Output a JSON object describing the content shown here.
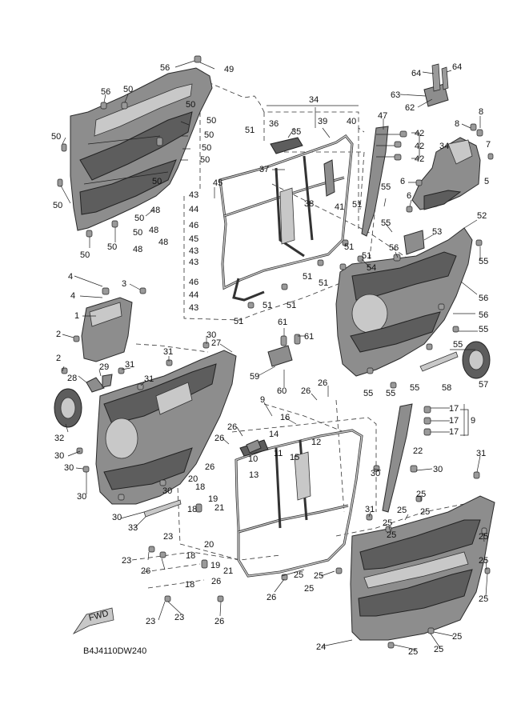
{
  "diagram_code": "B4J4110DW240",
  "fwd_label": "FWD",
  "callouts": [
    {
      "id": "c56a",
      "text": "56"
    },
    {
      "id": "c49",
      "text": "49"
    },
    {
      "id": "c56b",
      "text": "56"
    },
    {
      "id": "c50a",
      "text": "50"
    },
    {
      "id": "c50b",
      "text": "50"
    },
    {
      "id": "c50c",
      "text": "50"
    },
    {
      "id": "c50d",
      "text": "50"
    },
    {
      "id": "c50e",
      "text": "50"
    },
    {
      "id": "c50f",
      "text": "50"
    },
    {
      "id": "c50g",
      "text": "50"
    },
    {
      "id": "c50h",
      "text": "50"
    },
    {
      "id": "c50i",
      "text": "50"
    },
    {
      "id": "c50j",
      "text": "50"
    },
    {
      "id": "c50k",
      "text": "50"
    },
    {
      "id": "c50l",
      "text": "50"
    },
    {
      "id": "c50m",
      "text": "50"
    },
    {
      "id": "c34a",
      "text": "34"
    },
    {
      "id": "c36",
      "text": "36"
    },
    {
      "id": "c35",
      "text": "35"
    },
    {
      "id": "c39",
      "text": "39"
    },
    {
      "id": "c40",
      "text": "40"
    },
    {
      "id": "c47",
      "text": "47"
    },
    {
      "id": "c51a",
      "text": "51"
    },
    {
      "id": "c37",
      "text": "37"
    },
    {
      "id": "c45",
      "text": "45"
    },
    {
      "id": "c43a",
      "text": "43"
    },
    {
      "id": "c44a",
      "text": "44"
    },
    {
      "id": "c46a",
      "text": "46"
    },
    {
      "id": "c45b",
      "text": "45"
    },
    {
      "id": "c43b",
      "text": "43"
    },
    {
      "id": "c48a",
      "text": "48"
    },
    {
      "id": "c48b",
      "text": "48"
    },
    {
      "id": "c48c",
      "text": "48"
    },
    {
      "id": "c48d",
      "text": "48"
    },
    {
      "id": "c43c",
      "text": "43"
    },
    {
      "id": "c46b",
      "text": "46"
    },
    {
      "id": "c44b",
      "text": "44"
    },
    {
      "id": "c43d",
      "text": "43"
    },
    {
      "id": "c38",
      "text": "38"
    },
    {
      "id": "c41",
      "text": "41"
    },
    {
      "id": "c51b",
      "text": "51"
    },
    {
      "id": "c51c",
      "text": "51"
    },
    {
      "id": "c51d",
      "text": "51"
    },
    {
      "id": "c51e",
      "text": "51"
    },
    {
      "id": "c51f",
      "text": "51"
    },
    {
      "id": "c51g",
      "text": "51"
    },
    {
      "id": "c51h",
      "text": "51"
    },
    {
      "id": "c51i",
      "text": "51"
    },
    {
      "id": "c54",
      "text": "54"
    },
    {
      "id": "c55a",
      "text": "55"
    },
    {
      "id": "c55b",
      "text": "55"
    },
    {
      "id": "c64a",
      "text": "64"
    },
    {
      "id": "c64b",
      "text": "64"
    },
    {
      "id": "c63",
      "text": "63"
    },
    {
      "id": "c62",
      "text": "62"
    },
    {
      "id": "c42a",
      "text": "42"
    },
    {
      "id": "c42b",
      "text": "42"
    },
    {
      "id": "c34b",
      "text": "34"
    },
    {
      "id": "c42c",
      "text": "42"
    },
    {
      "id": "c8a",
      "text": "8"
    },
    {
      "id": "c8b",
      "text": "8"
    },
    {
      "id": "c7",
      "text": "7"
    },
    {
      "id": "c6a",
      "text": "6"
    },
    {
      "id": "c6b",
      "text": "6"
    },
    {
      "id": "c5",
      "text": "5"
    },
    {
      "id": "c52",
      "text": "52"
    },
    {
      "id": "c53",
      "text": "53"
    },
    {
      "id": "c56c",
      "text": "56"
    },
    {
      "id": "c55c",
      "text": "55"
    },
    {
      "id": "c56d",
      "text": "56"
    },
    {
      "id": "c56e",
      "text": "56"
    },
    {
      "id": "c55d",
      "text": "55"
    },
    {
      "id": "c55e",
      "text": "55"
    },
    {
      "id": "c57",
      "text": "57"
    },
    {
      "id": "c58",
      "text": "58"
    },
    {
      "id": "c55f",
      "text": "55"
    },
    {
      "id": "c55g",
      "text": "55"
    },
    {
      "id": "c55h",
      "text": "55"
    },
    {
      "id": "c4a",
      "text": "4"
    },
    {
      "id": "c3",
      "text": "3"
    },
    {
      "id": "c4b",
      "text": "4"
    },
    {
      "id": "c1",
      "text": "1"
    },
    {
      "id": "c2a",
      "text": "2"
    },
    {
      "id": "c2b",
      "text": "2"
    },
    {
      "id": "c61a",
      "text": "61"
    },
    {
      "id": "c61b",
      "text": "61"
    },
    {
      "id": "c59",
      "text": "59"
    },
    {
      "id": "c60",
      "text": "60"
    },
    {
      "id": "c30a",
      "text": "30"
    },
    {
      "id": "c27",
      "text": "27"
    },
    {
      "id": "c31a",
      "text": "31"
    },
    {
      "id": "c31b",
      "text": "31"
    },
    {
      "id": "c31c",
      "text": "31"
    },
    {
      "id": "c29",
      "text": "29"
    },
    {
      "id": "c28",
      "text": "28"
    },
    {
      "id": "c32",
      "text": "32"
    },
    {
      "id": "c30b",
      "text": "30"
    },
    {
      "id": "c30c",
      "text": "30"
    },
    {
      "id": "c30d",
      "text": "30"
    },
    {
      "id": "c30e",
      "text": "30"
    },
    {
      "id": "c30f",
      "text": "30"
    },
    {
      "id": "c9",
      "text": "9"
    },
    {
      "id": "c16",
      "text": "16"
    },
    {
      "id": "c26a",
      "text": "26"
    },
    {
      "id": "c26b",
      "text": "26"
    },
    {
      "id": "c26c",
      "text": "26"
    },
    {
      "id": "c14",
      "text": "14"
    },
    {
      "id": "c12",
      "text": "12"
    },
    {
      "id": "c10",
      "text": "10"
    },
    {
      "id": "c11",
      "text": "11"
    },
    {
      "id": "c15",
      "text": "15"
    },
    {
      "id": "c26d",
      "text": "26"
    },
    {
      "id": "c26e",
      "text": "26"
    },
    {
      "id": "c20a",
      "text": "20"
    },
    {
      "id": "c13",
      "text": "13"
    },
    {
      "id": "c18a",
      "text": "18"
    },
    {
      "id": "c19a",
      "text": "19"
    },
    {
      "id": "c21a",
      "text": "21"
    },
    {
      "id": "c33",
      "text": "33"
    },
    {
      "id": "c23a",
      "text": "23"
    },
    {
      "id": "c18b",
      "text": "18"
    },
    {
      "id": "c20b",
      "text": "20"
    },
    {
      "id": "c23b",
      "text": "23"
    },
    {
      "id": "c26f",
      "text": "26"
    },
    {
      "id": "c18c",
      "text": "18"
    },
    {
      "id": "c19b",
      "text": "19"
    },
    {
      "id": "c21b",
      "text": "21"
    },
    {
      "id": "c18d",
      "text": "18"
    },
    {
      "id": "c26g",
      "text": "26"
    },
    {
      "id": "c26h",
      "text": "26"
    },
    {
      "id": "c23c",
      "text": "23"
    },
    {
      "id": "c23d",
      "text": "23"
    },
    {
      "id": "c26i",
      "text": "26"
    },
    {
      "id": "c22",
      "text": "22"
    },
    {
      "id": "c17a",
      "text": "17"
    },
    {
      "id": "c17b",
      "text": "17"
    },
    {
      "id": "c17c",
      "text": "17"
    },
    {
      "id": "c9b",
      "text": "9"
    },
    {
      "id": "c30g",
      "text": "30"
    },
    {
      "id": "c30h",
      "text": "30"
    },
    {
      "id": "c31d",
      "text": "31"
    },
    {
      "id": "c31e",
      "text": "31"
    },
    {
      "id": "c25a",
      "text": "25"
    },
    {
      "id": "c25b",
      "text": "25"
    },
    {
      "id": "c25c",
      "text": "25"
    },
    {
      "id": "c25d",
      "text": "25"
    },
    {
      "id": "c25e",
      "text": "25"
    },
    {
      "id": "c25f",
      "text": "25"
    },
    {
      "id": "c25g",
      "text": "25"
    },
    {
      "id": "c25h",
      "text": "25"
    },
    {
      "id": "c25i",
      "text": "25"
    },
    {
      "id": "c25j",
      "text": "25"
    },
    {
      "id": "c25k",
      "text": "25"
    },
    {
      "id": "c25l",
      "text": "25"
    },
    {
      "id": "c25m",
      "text": "25"
    },
    {
      "id": "c25n",
      "text": "25"
    },
    {
      "id": "c24",
      "text": "24"
    }
  ]
}
